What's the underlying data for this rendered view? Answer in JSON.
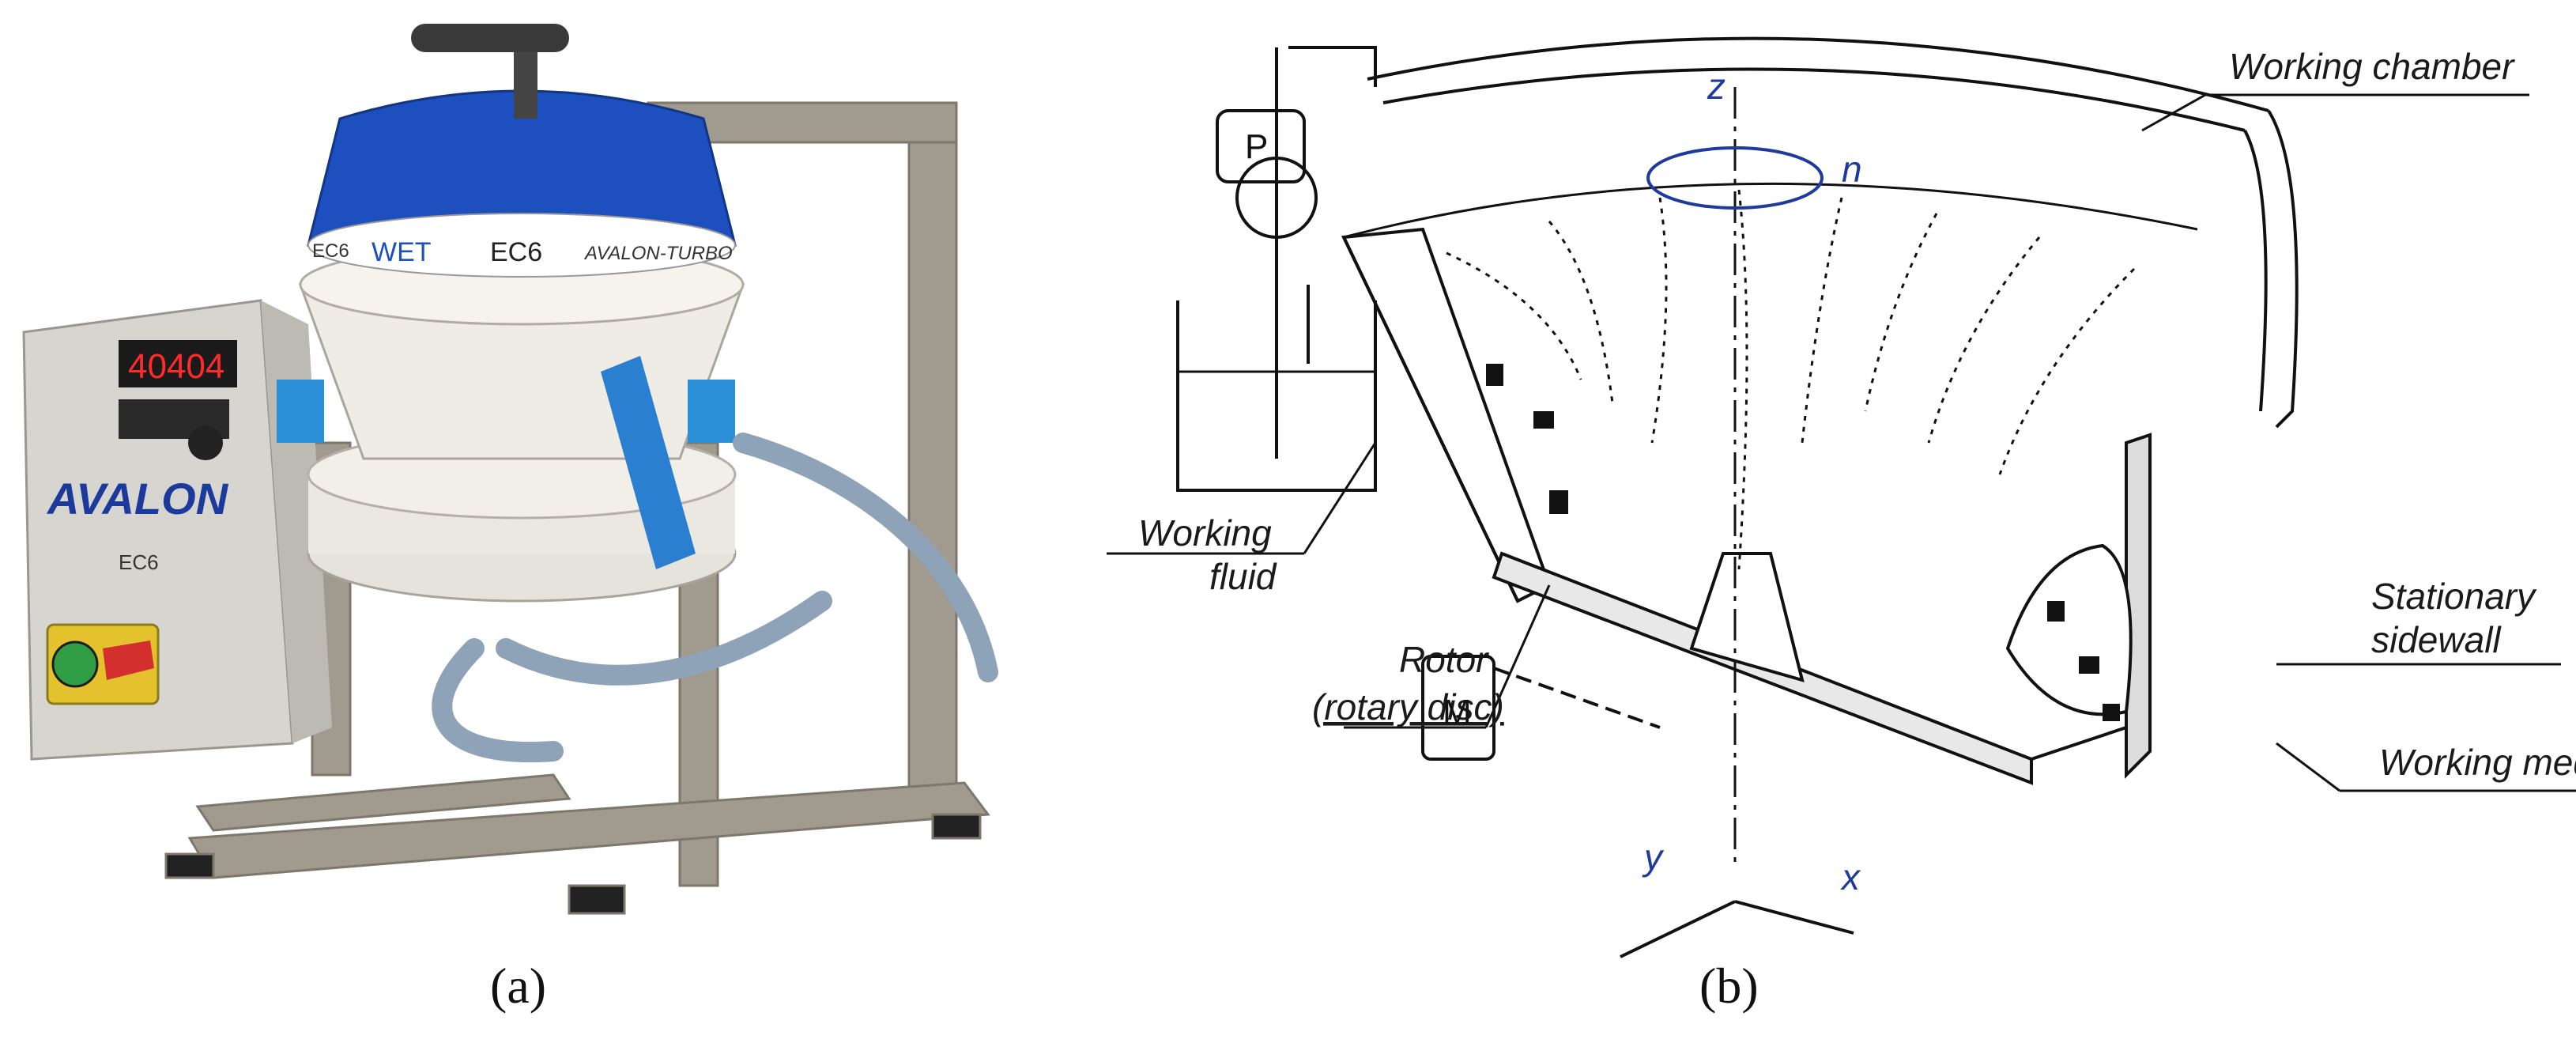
{
  "captions": {
    "a": "(a)",
    "b": "(b)"
  },
  "machine": {
    "display_top": "40404",
    "bowl_labels": [
      "EC6",
      "WET",
      "EC6",
      "AVALON-TURBO"
    ],
    "panel_logo": "AVALON",
    "panel_model": "EC6",
    "colors": {
      "bowl": "#1e4fbf",
      "accent": "#2a8fd6",
      "frame": "#9c9488",
      "panel": "#d9d7d2"
    }
  },
  "diagram": {
    "labels": {
      "working_chamber": "Working chamber",
      "working_fluid_1": "Working",
      "working_fluid_2": "fluid",
      "rotor_1": "Rotor",
      "rotor_2": "(rotary disc)",
      "stationary_1": "Stationary",
      "stationary_2": "sidewall",
      "working_medium": "Working medium",
      "pump": "P",
      "motor": "M"
    },
    "axes": {
      "z": "z",
      "y": "y",
      "x": "x",
      "n": "n"
    }
  }
}
